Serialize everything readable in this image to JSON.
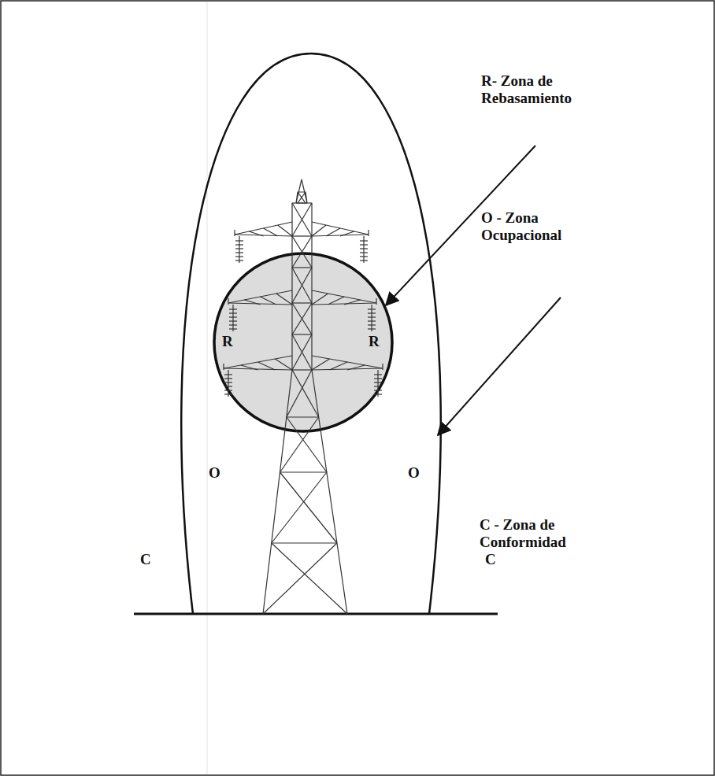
{
  "diagram": {
    "nodes": [
      {
        "text": [
          "O",
          "O"
        ]
      },
      {
        "text": [
          "R",
          "R"
        ],
        "in": 0
      }
    ],
    "labels": [
      "R- Zona de Rebasamiento",
      "O - Zona Ocupacional",
      "C - Zona de Conformidad",
      "C",
      "C"
    ]
  }
}
